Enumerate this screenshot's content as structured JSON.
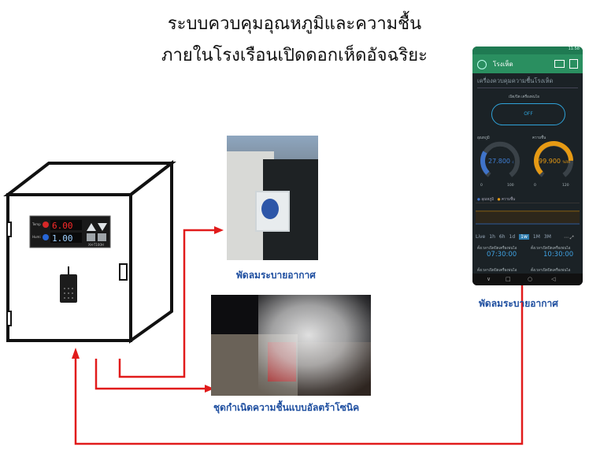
{
  "title": {
    "line1": "ระบบควบคุมอุณหภูมิและความชื้น",
    "line2": "ภายในโรงเรือนเปิดดอกเห็ดอัจฉริยะ"
  },
  "controller": {
    "display_top": "6.00",
    "display_bottom": "1.00",
    "label_top": "Temp",
    "label_bottom": "Humi",
    "model": "XH-T100H"
  },
  "captions": {
    "fan_photo": "พัดลมระบายอากาศ",
    "phone": "พัดลมระบายอากาศ",
    "mist_photo": "ชุดกำเนิดความชื้นแบบอัลตร้าโซนิค"
  },
  "phone": {
    "status_time": "11:58",
    "app_title": "โรงเห็ด",
    "input_placeholder": "เครื่องควบคุมความชื้นโรงเห็ด",
    "switch_label": "เปิด/ปิด เครื่องพ่นไอ",
    "switch_value": "OFF",
    "temp_label": "อุณหภูมิ",
    "temp_value": "27.800",
    "temp_unit": "c",
    "temp_min": "0",
    "temp_max": "100",
    "temp_level": 0.278,
    "hum_label": "ความชื้น",
    "hum_value": "99.900",
    "hum_unit": "%RH",
    "hum_min": "0",
    "hum_max": "120",
    "hum_level": 0.8325,
    "legend_temp": "อุณหภูมิ",
    "legend_hum": "ความชื้น",
    "ranges": [
      "Live",
      "1h",
      "6h",
      "1d",
      "1w",
      "1M",
      "3M"
    ],
    "active_range": "1w",
    "timer1_label": "ตั้งเวลาเปิดปิดเครื่องพ่นไอ",
    "timer1_value": "07:30:00",
    "timer2_label": "ตั้งเวลาเปิดปิดเครื่องพ่นไอ",
    "timer2_value": "10:30:00",
    "timer3_label": "ตั้งเวลาเปิดปิดเครื่องพ่นไอ",
    "timer4_label": "ตั้งเวลาเปิดปิดเครื่องพ่นไอ"
  },
  "colors": {
    "wire": "#e11b1b",
    "caption": "#1f4fa0",
    "app_green": "#2a8f60",
    "temp_gauge": "#3f73c9",
    "hum_gauge": "#e69a14"
  }
}
